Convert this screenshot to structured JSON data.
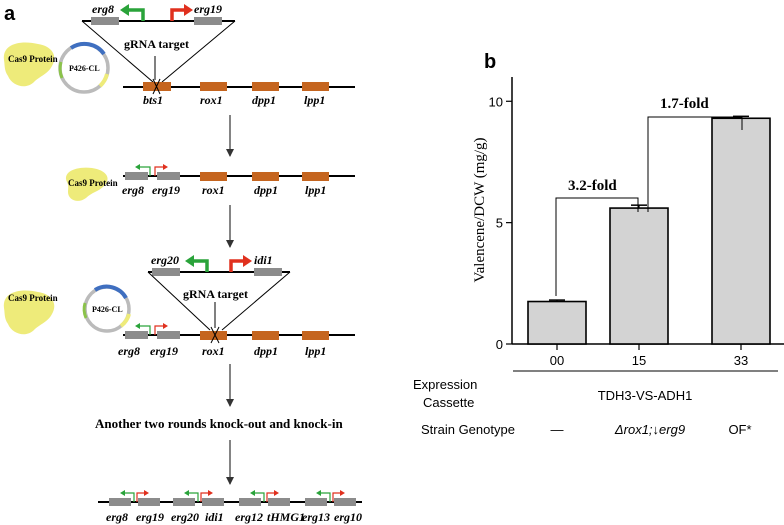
{
  "panel_a": {
    "label": "a",
    "row1": {
      "genes": [
        "erg8",
        "erg19"
      ],
      "target": "gRNA target",
      "chrom_genes": [
        "bts1",
        "rox1",
        "dpp1",
        "lpp1"
      ]
    },
    "row2": {
      "genes": [
        "erg8",
        "erg19",
        "rox1",
        "dpp1",
        "lpp1"
      ]
    },
    "row3": {
      "genes": [
        "erg20",
        "idi1"
      ],
      "target": "gRNA target",
      "chrom_genes": [
        "erg8",
        "erg19",
        "rox1",
        "dpp1",
        "lpp1"
      ]
    },
    "cas9": "Cas9 Protein",
    "plasmid": "P426-CL",
    "step_text": "Another two rounds knock-out and knock-in",
    "final_genes": [
      "erg8",
      "erg19",
      "erg20",
      "idi1",
      "erg12",
      "tHMG1",
      "erg13",
      "erg10"
    ]
  },
  "panel_b": {
    "label": "b",
    "fold_labels": [
      "3.2-fold",
      "1.7-fold"
    ],
    "table": {
      "row1_header": [
        "Expression",
        "Cassette"
      ],
      "cassette": "TDH3-VS-ADH1",
      "row2_header": "Strain Genotype",
      "genotypes": [
        "—",
        "Δrox1;↓erg9",
        "OF*"
      ]
    }
  },
  "colors": {
    "grey_box": "#8c8c8c",
    "orange_box": "#c5651f",
    "green_arrow": "#2aa33a",
    "red_arrow": "#e0301e",
    "cas9_yellow": "#eeeb7a",
    "bar_fill": "#d3d3d3"
  },
  "chart_data": {
    "type": "bar",
    "categories": [
      "00",
      "15",
      "33"
    ],
    "values": [
      1.75,
      5.6,
      9.3
    ],
    "errors": [
      0.06,
      0.12,
      0.08
    ],
    "ylabel": "Valencene/DCW (mg/g)",
    "ylim": [
      0,
      11
    ],
    "yticks": [
      0,
      5,
      10
    ]
  }
}
